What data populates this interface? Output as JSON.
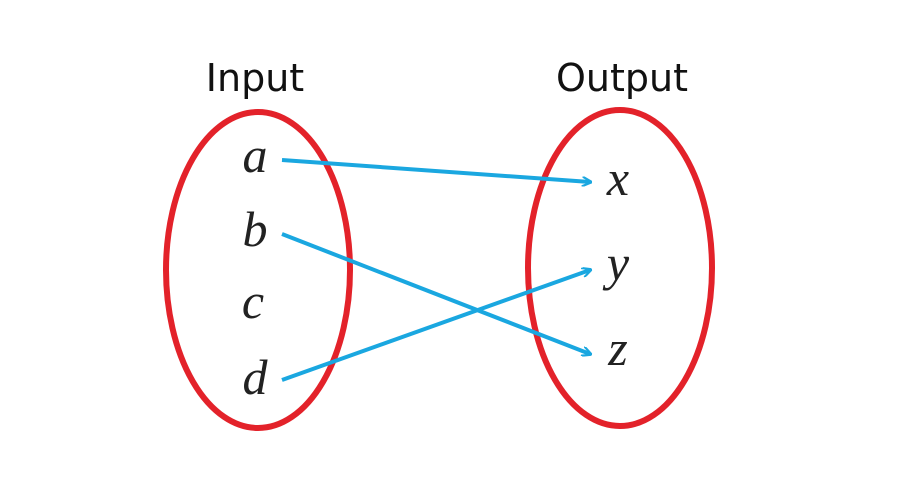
{
  "input_set": {
    "title": "Input",
    "elements": [
      "a",
      "b",
      "c",
      "d"
    ]
  },
  "output_set": {
    "title": "Output",
    "elements": [
      "x",
      "y",
      "z"
    ]
  },
  "mappings": [
    {
      "from": "a",
      "to": "x"
    },
    {
      "from": "b",
      "to": "z"
    },
    {
      "from": "d",
      "to": "y"
    }
  ],
  "colors": {
    "oval": "#e3222a",
    "arrow": "#1aa7e0",
    "text": "#222222"
  }
}
